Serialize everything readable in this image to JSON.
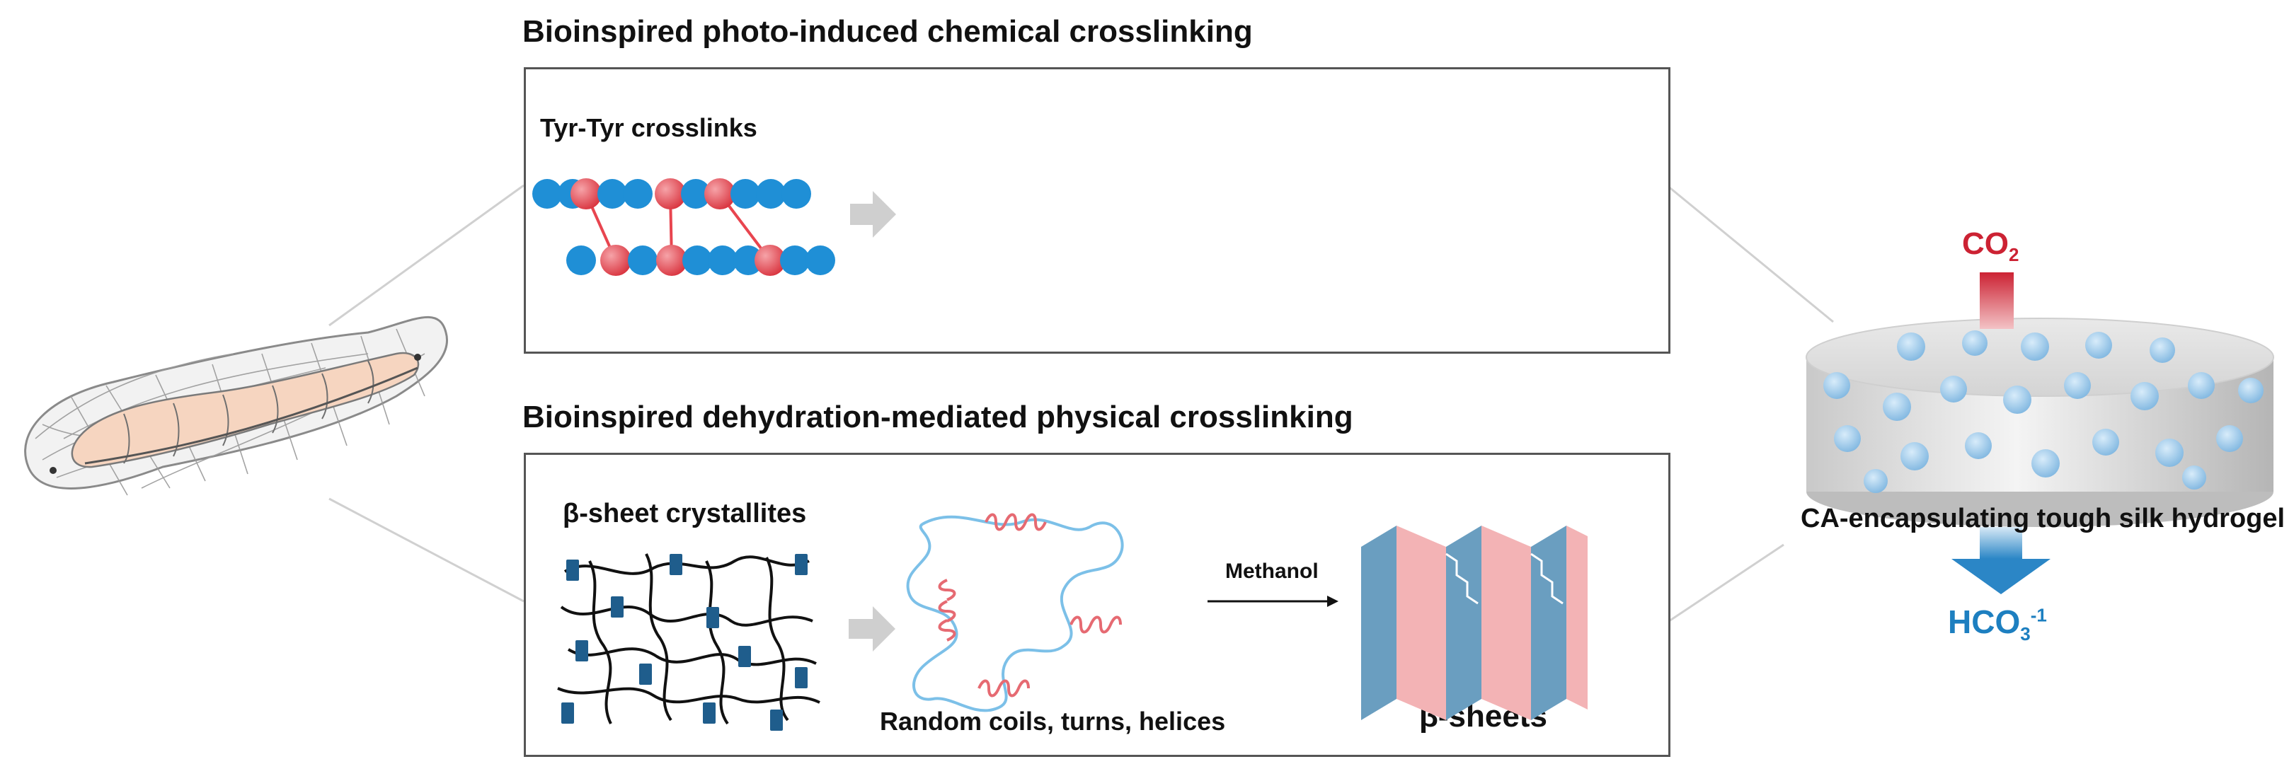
{
  "top_section": {
    "title": "Bioinspired photo-induced chemical crosslinking",
    "panel_label": "Tyr-Tyr crosslinks"
  },
  "bottom_section": {
    "title": "Bioinspired dehydration-mediated physical crosslinking",
    "crystallites_label": "β-sheet crystallites",
    "coils_label": "Random coils, turns, helices",
    "arrow_label": "Methanol",
    "sheets_label": "β-sheets"
  },
  "hydrogel": {
    "input_label": "CO",
    "input_sub": "2",
    "caption": "CA-encapsulating tough silk hydrogel",
    "output_label": "HCO",
    "output_sub": "3",
    "output_sup": "-1"
  },
  "colors": {
    "blue_bead": "#1f8fd6",
    "red_bead": "#e8545e",
    "crosslink_line": "#e8454f",
    "coil_blue": "#7cc0e8",
    "helix_pink": "#e66a72",
    "sheet_blue": "#6a9ec0",
    "sheet_pink": "#f3b3b5",
    "co2_red": "#cc2233",
    "hco3_blue": "#1d7fc0",
    "silkworm_fill": "#f6d5c0"
  }
}
